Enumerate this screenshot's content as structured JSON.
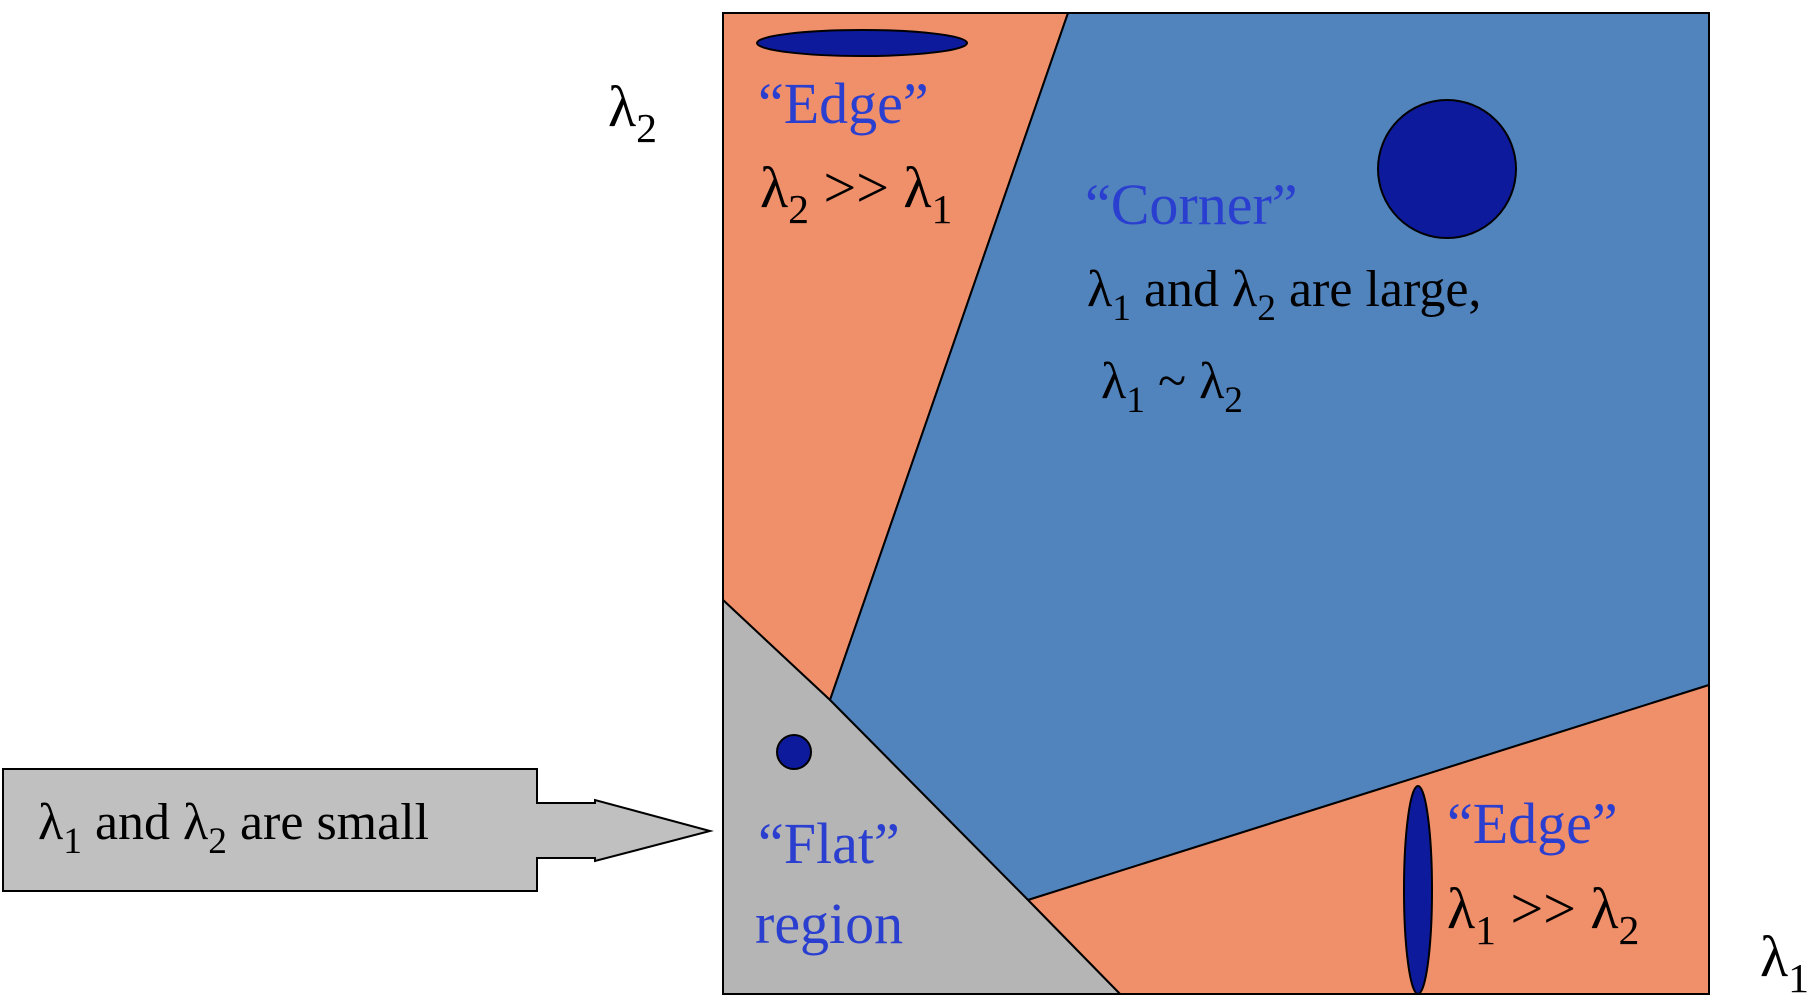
{
  "axes": {
    "y_axis_label": {
      "sym": "λ",
      "sub": "2"
    },
    "x_axis_label": {
      "sym": "λ",
      "sub": "1"
    }
  },
  "regions": {
    "edge_top": {
      "title": "“Edge”",
      "cond": {
        "a": "λ",
        "a_sub": "2",
        "op": " >> ",
        "b": "λ",
        "b_sub": "1"
      }
    },
    "corner": {
      "title": "“Corner”",
      "line1": {
        "a": "λ",
        "a_sub": "1",
        "mid": " and ",
        "b": "λ",
        "b_sub": "2",
        "tail": " are large,"
      },
      "line2": {
        "a": "λ",
        "a_sub": "1",
        "op": " ~ ",
        "b": "λ",
        "b_sub": "2"
      }
    },
    "edge_bottom": {
      "title": "“Edge”",
      "cond": {
        "a": "λ",
        "a_sub": "1",
        "op": " >> ",
        "b": "λ",
        "b_sub": "2"
      }
    },
    "flat": {
      "title": "“Flat”",
      "subtitle": "region"
    }
  },
  "callout": {
    "a": "λ",
    "a_sub": "1",
    "mid": " and ",
    "b": "λ",
    "b_sub": "2",
    "tail": " are small"
  },
  "colors": {
    "edge_fill": "#f0906a",
    "corner_fill": "#5183bd",
    "flat_fill": "#b5b5b5",
    "callout_fill": "#c0c0c0",
    "ellipse_fill": "#0d1a9c",
    "title_blue": "#2a3fd0"
  }
}
